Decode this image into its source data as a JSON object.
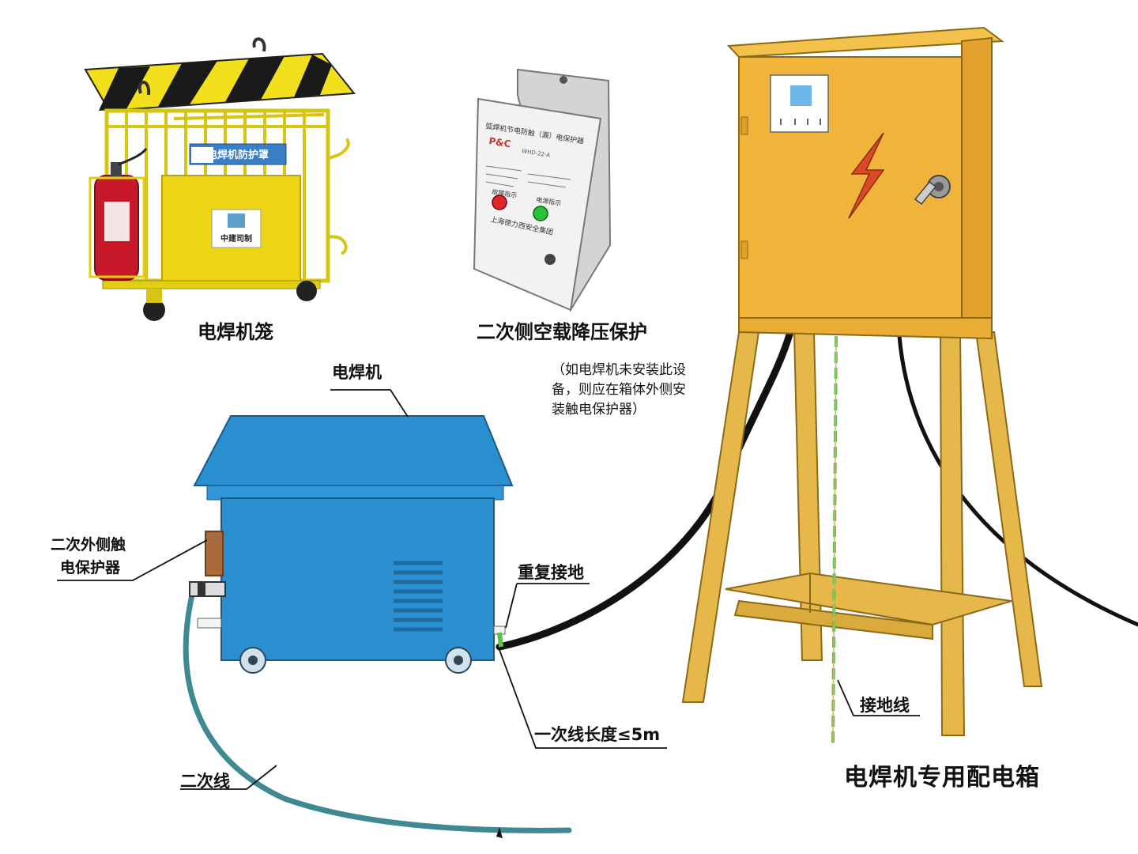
{
  "labels": {
    "cage": "电焊机笼",
    "protector": "二次侧空载降压保护",
    "protector_note": "（如电焊机未安装此设备，则应在箱体外侧安装触电保护器）",
    "welder": "电焊机",
    "ext_protector_line1": "二次外侧触",
    "ext_protector_line2": "电保护器",
    "repeat_ground": "重复接地",
    "primary_line": "一次线长度≤5m",
    "secondary_line": "二次线",
    "ground_wire": "接地线",
    "dist_box": "电焊机专用配电箱"
  },
  "cage_signs": {
    "banner": "电焊机防护罩",
    "company": "中建司制"
  },
  "protector_panel": {
    "title": "弧焊机节电防触（漏）电保护器",
    "brand": "P&C",
    "model": "WHD-22-A",
    "fault_label": "故障指示",
    "power_label": "电源指示",
    "maker": "上海德力西安全集团"
  },
  "colors": {
    "welder_blue": "#2a8fd0",
    "box_orange": "#f0b43a",
    "stand_wood": "#e6b84a",
    "cage_yellow": "#f3e01c",
    "cable_teal": "#3f8a92",
    "ground_green": "#5cc04a",
    "bolt_red": "#d94b24"
  }
}
